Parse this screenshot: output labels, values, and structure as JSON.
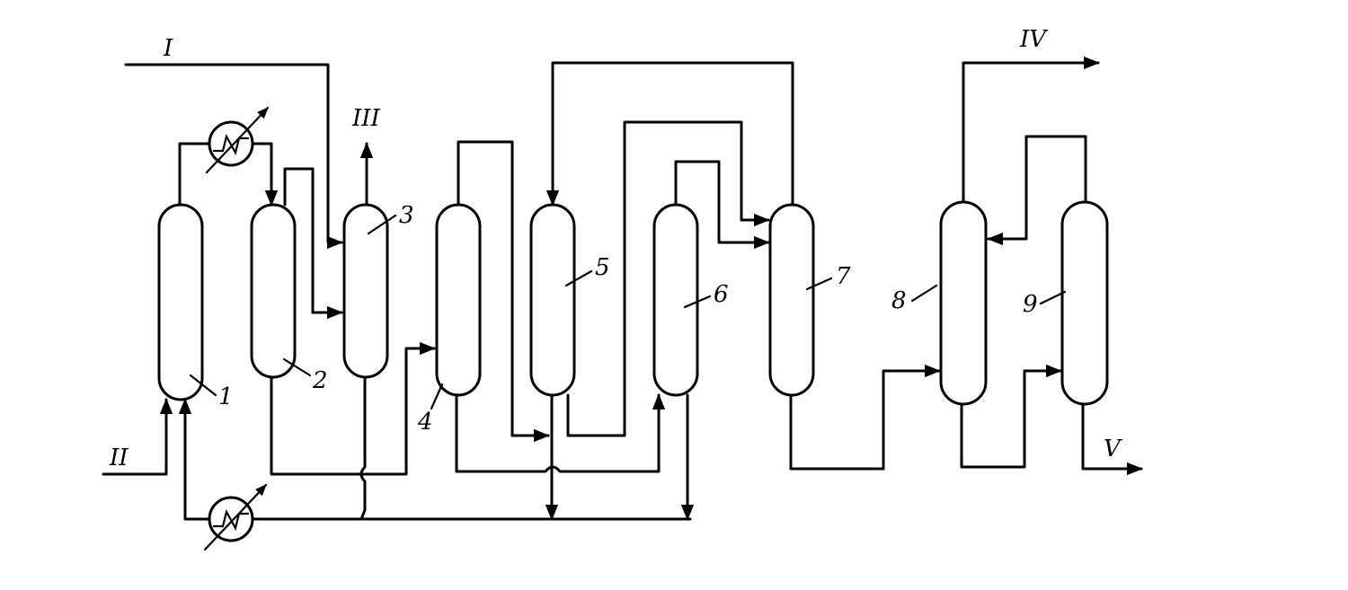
{
  "units": [
    {
      "label": "1"
    },
    {
      "label": "2"
    },
    {
      "label": "3"
    },
    {
      "label": "4"
    },
    {
      "label": "5"
    },
    {
      "label": "6"
    },
    {
      "label": "7"
    },
    {
      "label": "8"
    },
    {
      "label": "9"
    }
  ],
  "streams": [
    {
      "label": "I"
    },
    {
      "label": "II"
    },
    {
      "label": "III"
    },
    {
      "label": "IV"
    },
    {
      "label": "V"
    }
  ],
  "heat_exchangers": [
    {
      "icon": "heat-exchanger-icon"
    },
    {
      "icon": "heat-exchanger-icon"
    }
  ]
}
